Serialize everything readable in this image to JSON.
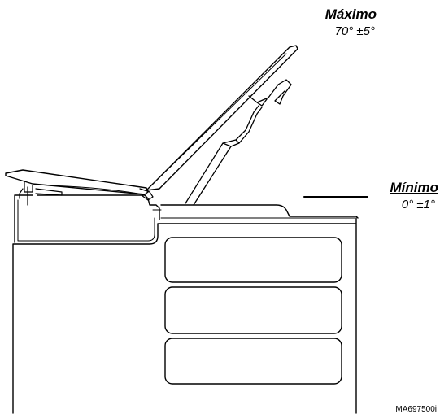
{
  "labels": {
    "maximum_title": "Máximo",
    "maximum_value": "70° ±5°",
    "minimum_title": "Mínimo",
    "minimum_value": "0° ±1°"
  },
  "figure_code": "MA697500i",
  "colors": {
    "line": "#000000",
    "fill": "#ffffff"
  }
}
